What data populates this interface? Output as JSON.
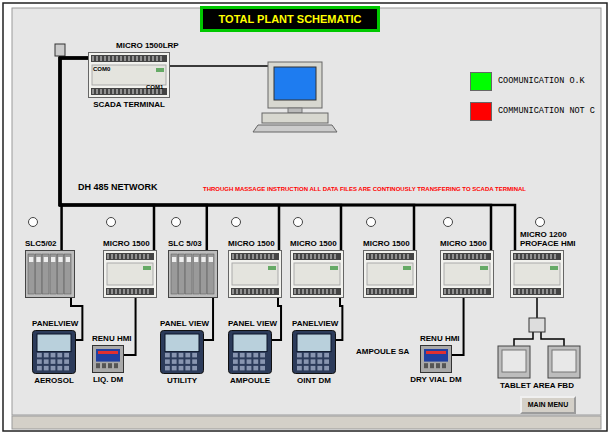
{
  "diagram": {
    "title": "TOTAL PLANT SCHEMATIC",
    "nodes": [
      {
        "text": [
          "MICRO 1500LRP",
          "SCADA TERMINAL"
        ]
      },
      {
        "text": [
          "SLC5/02"
        ]
      },
      {
        "text": [
          "MICRO 1500"
        ]
      },
      {
        "text": [
          "SLC 5/03"
        ]
      },
      {
        "text": [
          "MICRO 1500"
        ]
      },
      {
        "text": [
          "MICRO 1500"
        ]
      },
      {
        "text": [
          "MICRO 1500"
        ]
      },
      {
        "text": [
          "MICRO 1500"
        ]
      },
      {
        "text": [
          "MICRO 1200 PROFACE HMI"
        ]
      },
      {
        "text": [
          "PANELVIEW",
          "AEROSOL"
        ]
      },
      {
        "text": [
          "RENU HMI",
          "LIQ. DM"
        ]
      },
      {
        "text": [
          "PANEL VIEW",
          "UTILITY"
        ]
      },
      {
        "text": [
          "PANEL VIEW",
          "AMPOULE"
        ]
      },
      {
        "text": [
          "PANELVIEW",
          "OINT DM"
        ]
      },
      {
        "text": [
          "RENU HMI",
          "DRY VIAL DM"
        ]
      },
      {
        "text": [
          "MAIN MENU"
        ]
      }
    ],
    "edges": [
      {
        "from": 0,
        "to": 1,
        "arrow": "none"
      },
      {
        "from": 0,
        "to": 2,
        "arrow": "none"
      },
      {
        "from": 0,
        "to": 3,
        "arrow": "none"
      },
      {
        "from": 0,
        "to": 4,
        "arrow": "none"
      },
      {
        "from": 0,
        "to": 5,
        "arrow": "none"
      },
      {
        "from": 0,
        "to": 6,
        "arrow": "none"
      },
      {
        "from": 0,
        "to": 7,
        "arrow": "none"
      },
      {
        "from": 0,
        "to": 8,
        "arrow": "none"
      },
      {
        "from": 1,
        "to": 9,
        "arrow": "none"
      },
      {
        "from": 2,
        "to": 10,
        "arrow": "none"
      },
      {
        "from": 3,
        "to": 11,
        "arrow": "none"
      },
      {
        "from": 4,
        "to": 12,
        "arrow": "none"
      },
      {
        "from": 5,
        "to": 13,
        "arrow": "none"
      },
      {
        "from": 7,
        "to": 14,
        "arrow": "none"
      }
    ],
    "labels": [
      "DH 485 NETWORK",
      "THROUGH MASSAGE INSTRUCTION ALL DATA FILES ARE CONTINOUSLY TRANSFERING TO SCADA TERMINAL",
      "COM0",
      "COM1",
      "AMPOULE SA",
      "TABLET AREA FBD"
    ],
    "legend": [
      {
        "text": "COOMUNICATION O.K",
        "color": "#00ff00"
      },
      {
        "text": "COMMUNICATION NOT C",
        "color": "#ff0000"
      }
    ]
  }
}
